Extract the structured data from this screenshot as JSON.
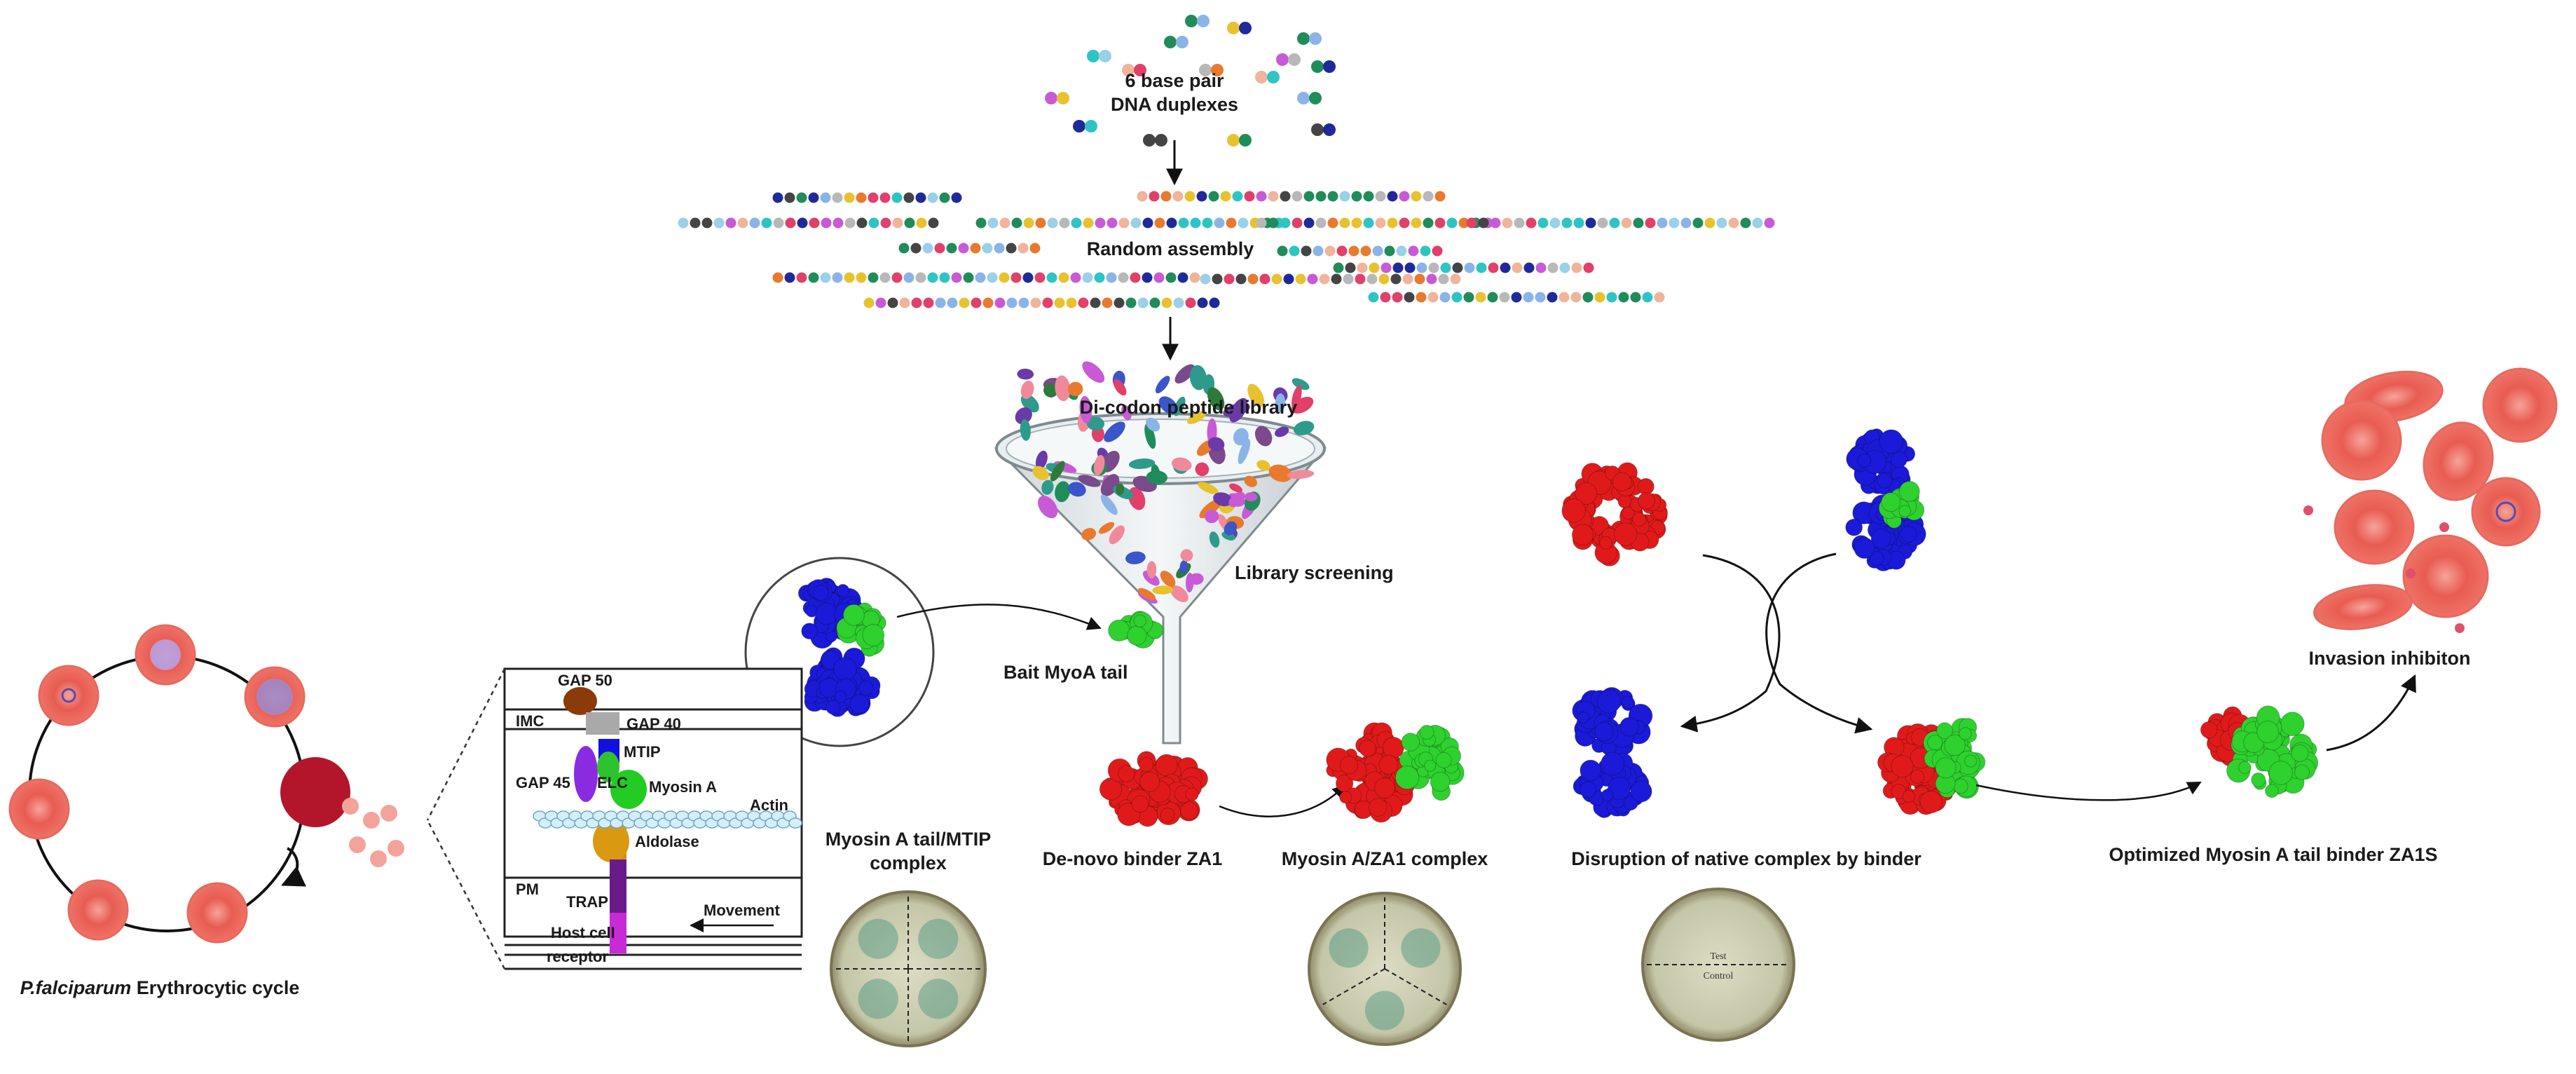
{
  "dna": {
    "title_line1": "6 base pair",
    "title_line2": "DNA duplexes"
  },
  "assembly": {
    "label": "Random assembly"
  },
  "library": {
    "label": "Di-codon peptide library"
  },
  "screening": {
    "label": "Library screening"
  },
  "bait": {
    "label": "Bait MyoA tail"
  },
  "de_novo": {
    "label": "De-novo binder ZA1"
  },
  "myoA_za1": {
    "label": "Myosin A/ZA1 complex"
  },
  "mtip_complex": {
    "line1": "Myosin A tail/MTIP",
    "line2": "complex"
  },
  "disruption": {
    "label": "Disruption of native complex by binder"
  },
  "optimized": {
    "label": "Optimized Myosin A tail binder ZA1S"
  },
  "invasion": {
    "label": "Invasion inhibiton"
  },
  "cycle": {
    "italic": "P.falciparum",
    "rest": " Erythrocytic cycle"
  },
  "motor": {
    "gap50": "GAP 50",
    "imc": "IMC",
    "gap40": "GAP 40",
    "mtip": "MTIP",
    "gap45": "GAP 45",
    "elc": "ELC",
    "myosin_a": "Myosin A",
    "actin": "Actin",
    "aldolase": "Aldolase",
    "pm": "PM",
    "trap": "TRAP",
    "movement": "Movement",
    "host_cell": "Host cell",
    "receptor": "receptor"
  },
  "plates": {
    "plate3_top": "Test",
    "plate3_bottom": "Control"
  },
  "colors": {
    "myosin_blue": "#1a1ad8",
    "binder_green": "#2ed12e",
    "binder_red": "#e01a1a",
    "rbc": "#f0766a",
    "plate": "#c9cbb2"
  }
}
